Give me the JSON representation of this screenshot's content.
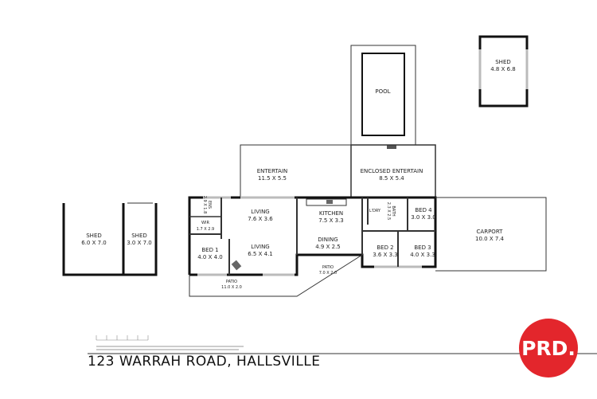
{
  "address": "123 WARRAH ROAD, HALLSVILLE",
  "logo": "PRD.",
  "brand_color": "#e3262c",
  "rooms": {
    "shed_right": {
      "name": "SHED",
      "size": "4.8 X 6.8"
    },
    "pool": {
      "name": "POOL"
    },
    "entertain": {
      "name": "ENTERTAIN",
      "size": "11.5 X 5.5"
    },
    "enclosed_entertain": {
      "name": "ENCLOSED ENTERTAIN",
      "size": "8.5 X 5.4"
    },
    "living1": {
      "name": "LIVING",
      "size": "7.6 X 3.6"
    },
    "living2": {
      "name": "LIVING",
      "size": "6.5 X 4.1"
    },
    "kitchen": {
      "name": "KITCHEN",
      "size": "7.5 X 3.3"
    },
    "dining": {
      "name": "DINING",
      "size": "4.9 X 2.5"
    },
    "ens": {
      "name": "ENS",
      "size": "2.9 X 1.8"
    },
    "wir": {
      "name": "WIR",
      "size": "1.7 X 2.9"
    },
    "bed1": {
      "name": "BED 1",
      "size": "4.0 X 4.0"
    },
    "laundry": {
      "name": "L'DRY"
    },
    "bath": {
      "name": "BATH",
      "size": "2.3 X 2.5"
    },
    "bed4": {
      "name": "BED 4",
      "size": "3.0 X 3.0"
    },
    "bed2": {
      "name": "BED 2",
      "size": "3.6 X 3.3"
    },
    "bed3": {
      "name": "BED 3",
      "size": "4.0 X 3.3"
    },
    "carport": {
      "name": "CARPORT",
      "size": "10.0 X 7.4"
    },
    "shed_a": {
      "name": "SHED",
      "size": "6.0 X 7.0"
    },
    "shed_b": {
      "name": "SHED",
      "size": "3.0 X 7.0"
    },
    "patio1": {
      "name": "PATIO",
      "size": "11.0 X 2.0"
    },
    "patio2": {
      "name": "PATIO",
      "size": "7.0 X 2.0"
    }
  }
}
